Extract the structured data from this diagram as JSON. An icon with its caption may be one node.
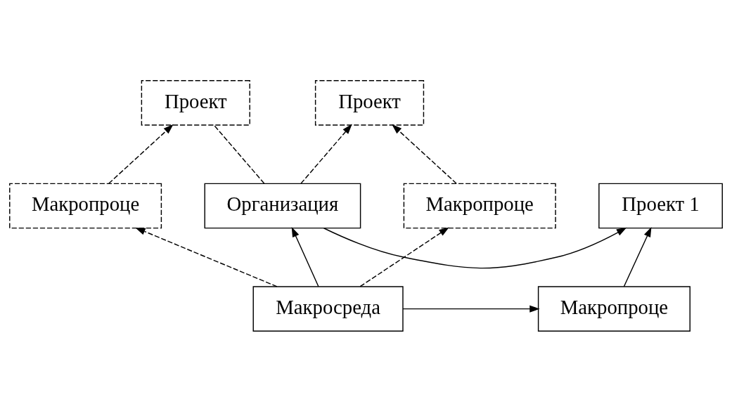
{
  "diagram": {
    "nodes": [
      {
        "text": [
          "Организация"
        ]
      },
      {
        "text": [
          "Проект 1"
        ]
      },
      {
        "text": [
          "Проект"
        ]
      },
      {
        "text": [
          "Проект"
        ]
      },
      {
        "text": [
          "Макросреда"
        ]
      },
      {
        "text": [
          "Макропроце"
        ]
      },
      {
        "text": [
          "Макропроце"
        ]
      },
      {
        "text": [
          "Макропроце"
        ]
      }
    ],
    "edges": [
      {
        "from": 0,
        "to": 1,
        "arrow": "to"
      },
      {
        "from": 0,
        "to": 2,
        "arrow": "none",
        "style": "dashed"
      },
      {
        "from": 0,
        "to": 3,
        "arrow": "to",
        "style": "dashed"
      },
      {
        "from": 4,
        "to": 0,
        "arrow": "to"
      },
      {
        "from": 5,
        "to": 1,
        "arrow": "to"
      },
      {
        "from": 4,
        "to": 5,
        "arrow": "to"
      },
      {
        "from": 6,
        "to": 2,
        "arrow": "to",
        "style": "dashed"
      },
      {
        "from": 7,
        "to": 3,
        "arrow": "to",
        "style": "dashed"
      },
      {
        "from": 4,
        "to": 6,
        "arrow": "to",
        "style": "dashed"
      },
      {
        "from": 4,
        "to": 7,
        "arrow": "to",
        "style": "dashed"
      }
    ]
  }
}
